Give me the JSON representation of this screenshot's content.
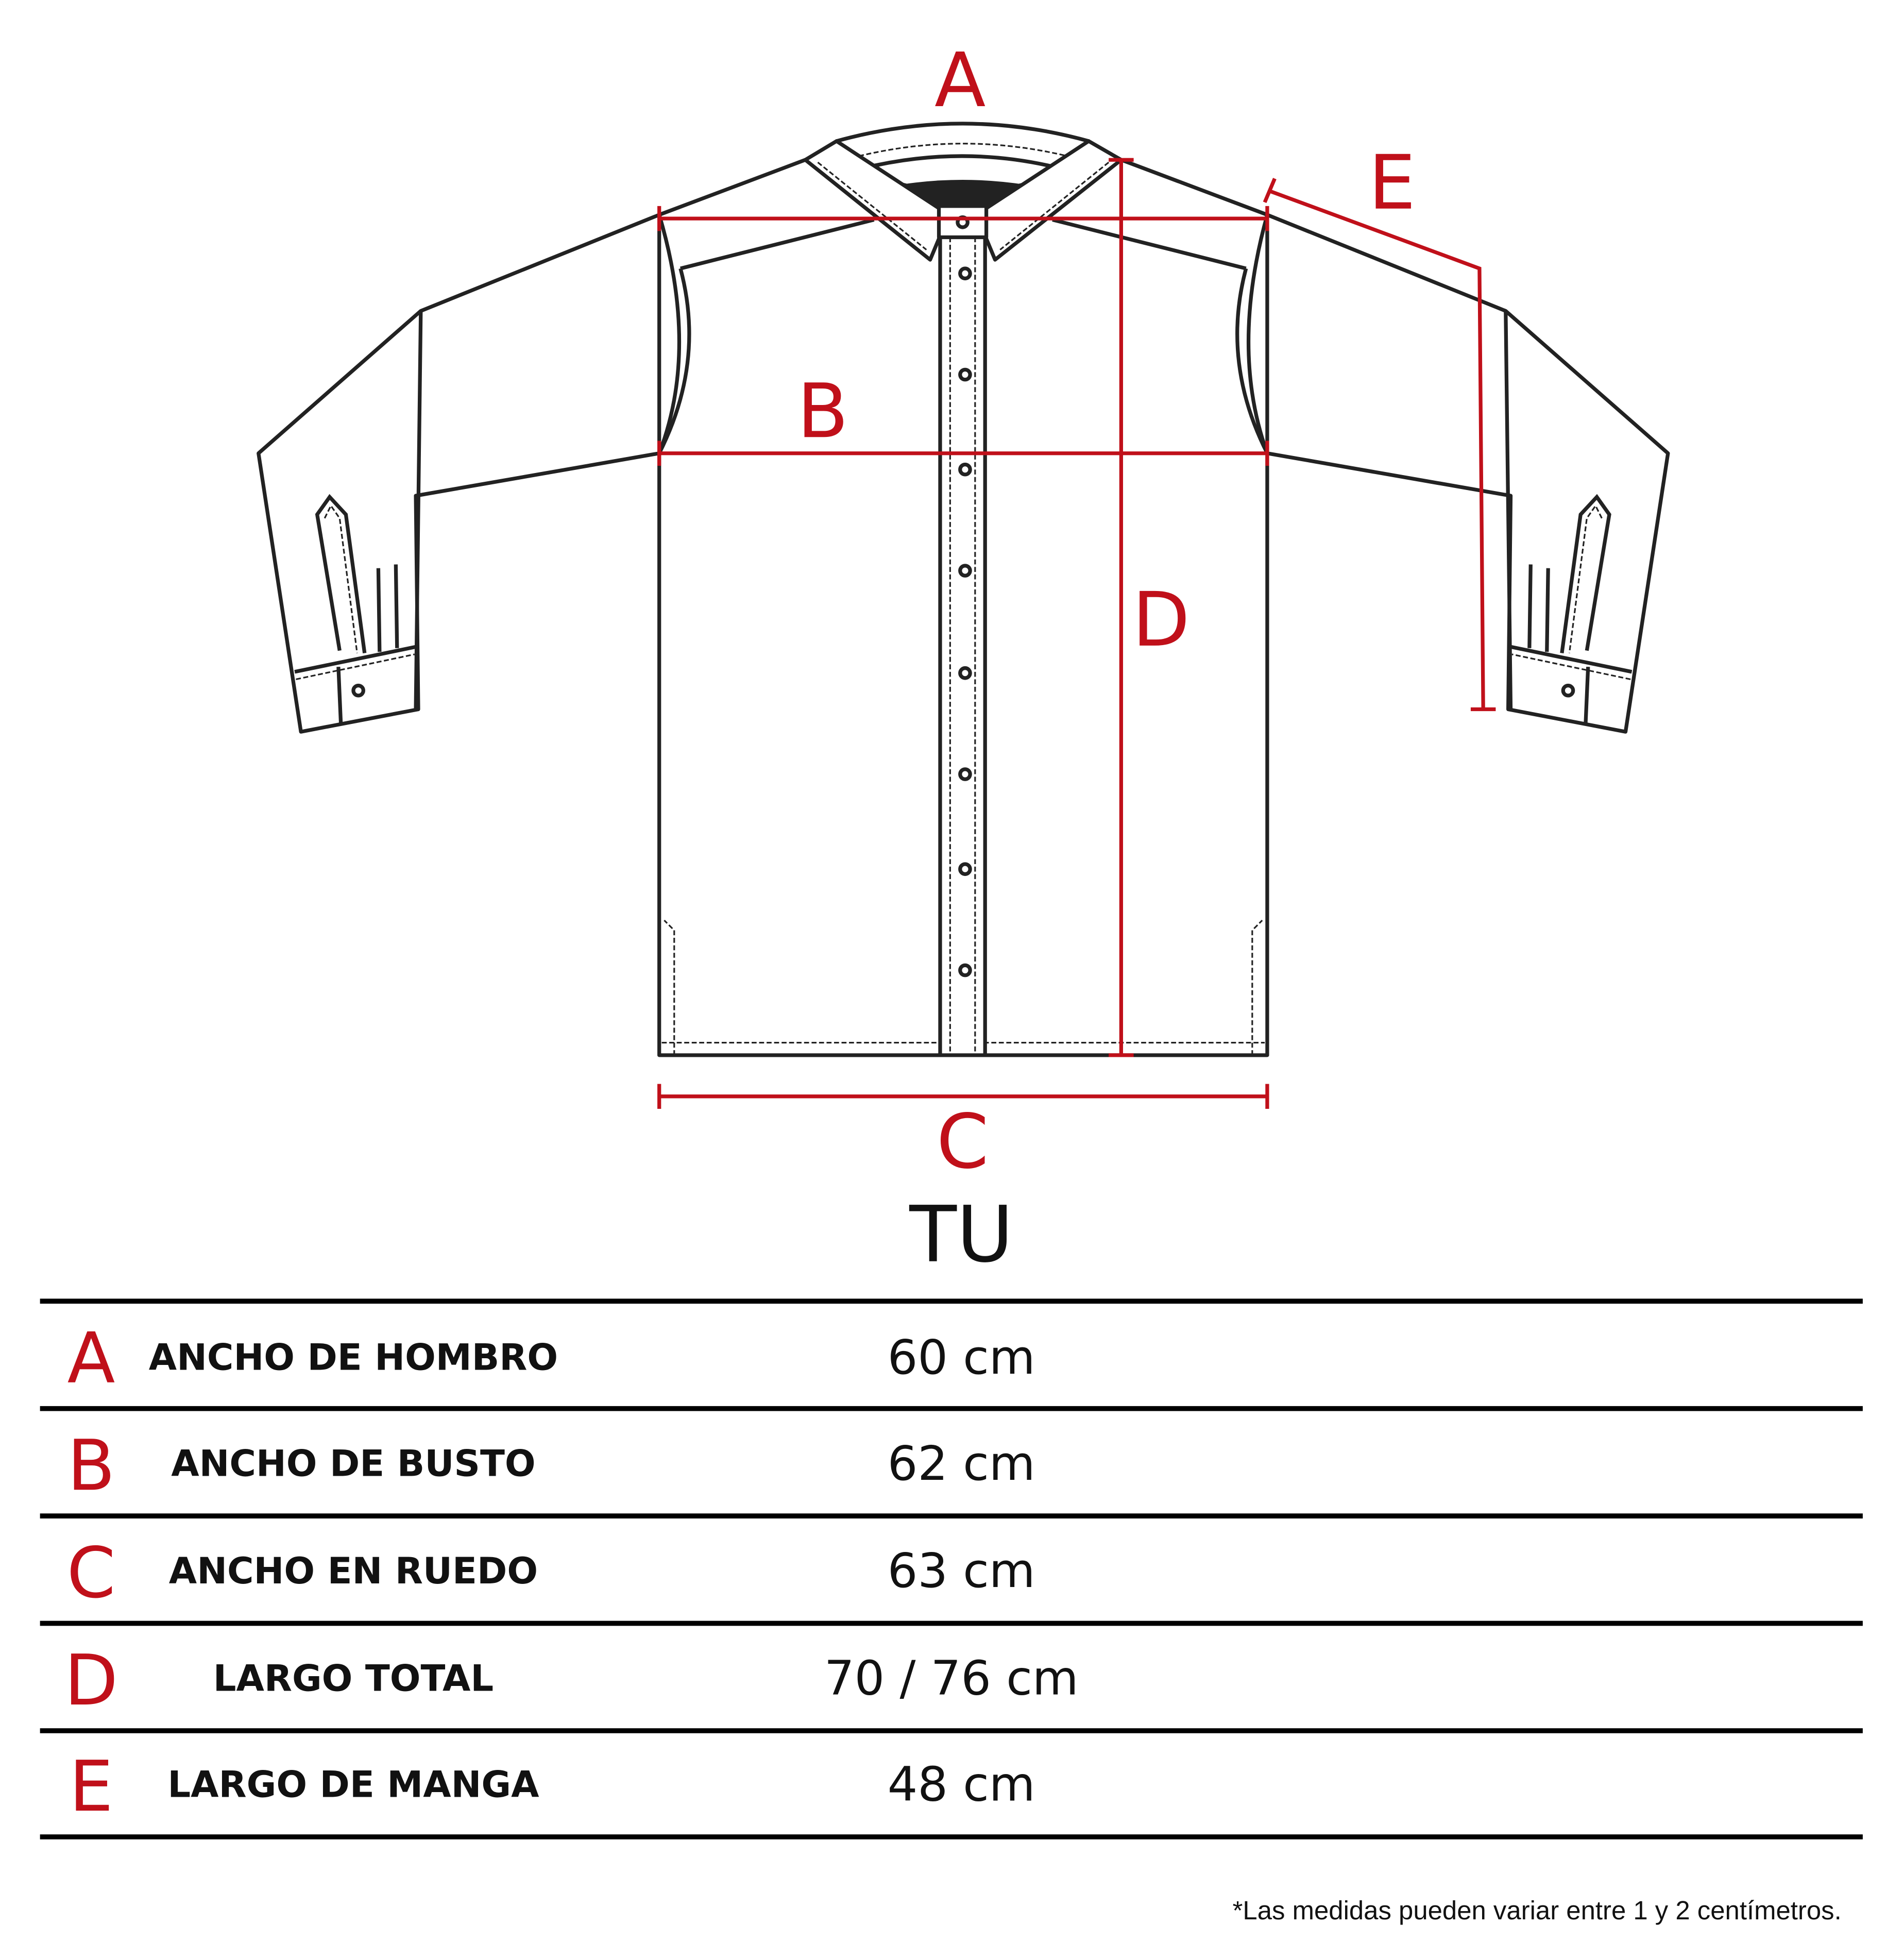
{
  "diagram": {
    "labels": {
      "A": "A",
      "B": "B",
      "C": "C",
      "D": "D",
      "E": "E"
    },
    "accent_color": "#c0101a"
  },
  "size_title": "TU",
  "table": {
    "rows": [
      {
        "letter": "A",
        "label": "ANCHO DE HOMBRO",
        "value": "60 cm"
      },
      {
        "letter": "B",
        "label": "ANCHO DE BUSTO",
        "value": "62 cm"
      },
      {
        "letter": "C",
        "label": "ANCHO EN RUEDO",
        "value": "63 cm"
      },
      {
        "letter": "D",
        "label": "LARGO TOTAL",
        "value": "70 / 76 cm"
      },
      {
        "letter": "E",
        "label": "LARGO DE MANGA",
        "value": "48 cm"
      }
    ]
  },
  "footnote": "*Las medidas pueden variar entre 1 y 2 centímetros."
}
